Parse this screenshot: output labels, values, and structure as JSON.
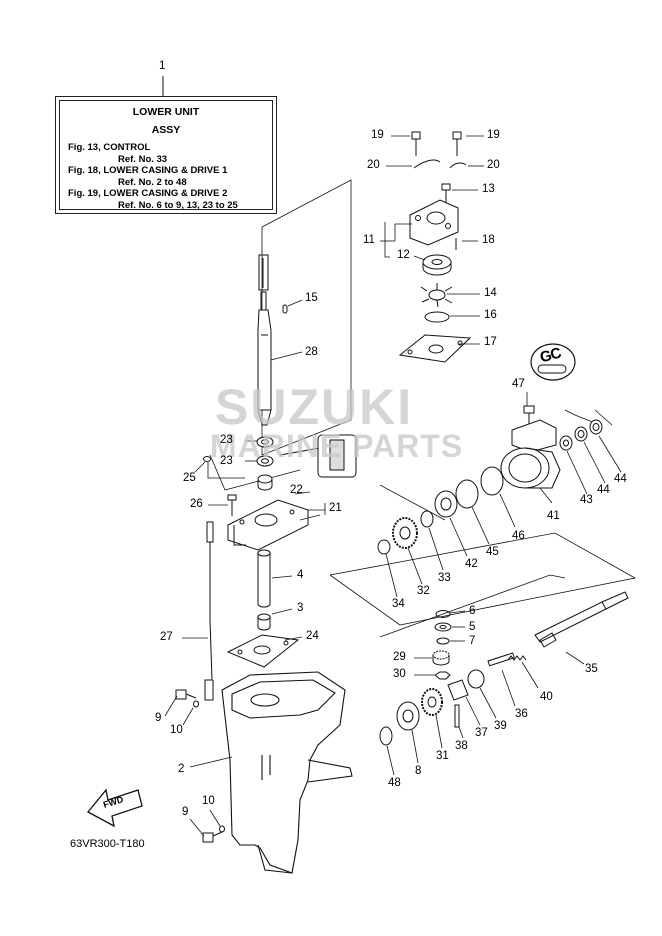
{
  "legend": {
    "ref": "1",
    "title": "LOWER UNIT",
    "subtitle": "ASSY",
    "lines": [
      {
        "fig": "Fig. 13, CONTROL",
        "ref": "Ref. No. 33"
      },
      {
        "fig": "Fig. 18, LOWER CASING & DRIVE 1",
        "ref": "Ref. No. 2 to 48"
      },
      {
        "fig": "Fig. 19, LOWER CASING & DRIVE 2",
        "ref": "Ref. No. 6 to 9, 13, 23 to 25"
      }
    ]
  },
  "watermark": {
    "brand": "SUZUKI",
    "sub": "MARINE PARTS"
  },
  "figure_code": "63VR300-T180",
  "fwd_label": "FWD",
  "gc_label": "GC",
  "callouts": {
    "n19a": "19",
    "n19b": "19",
    "n20a": "20",
    "n20b": "20",
    "n13": "13",
    "n11": "11",
    "n18": "18",
    "n12": "12",
    "n14": "14",
    "n16": "16",
    "n17": "17",
    "n15": "15",
    "n28": "28",
    "n47": "47",
    "n23a": "23",
    "n23b": "23",
    "n25": "25",
    "n22": "22",
    "n26": "26",
    "n21": "21",
    "n43": "43",
    "n44a": "44",
    "n44b": "44",
    "n41": "41",
    "n46": "46",
    "n45": "45",
    "n42": "42",
    "n33": "33",
    "n32": "32",
    "n34": "34",
    "n4": "4",
    "n3": "3",
    "n24": "24",
    "n27": "27",
    "n6": "6",
    "n5": "5",
    "n7": "7",
    "n29": "29",
    "n30": "30",
    "n35": "35",
    "n40": "40",
    "n36": "36",
    "n39": "39",
    "n37": "37",
    "n38": "38",
    "n31": "31",
    "n8": "8",
    "n48": "48",
    "n9a": "9",
    "n10a": "10",
    "n2": "2",
    "n9b": "9",
    "n10b": "10"
  }
}
